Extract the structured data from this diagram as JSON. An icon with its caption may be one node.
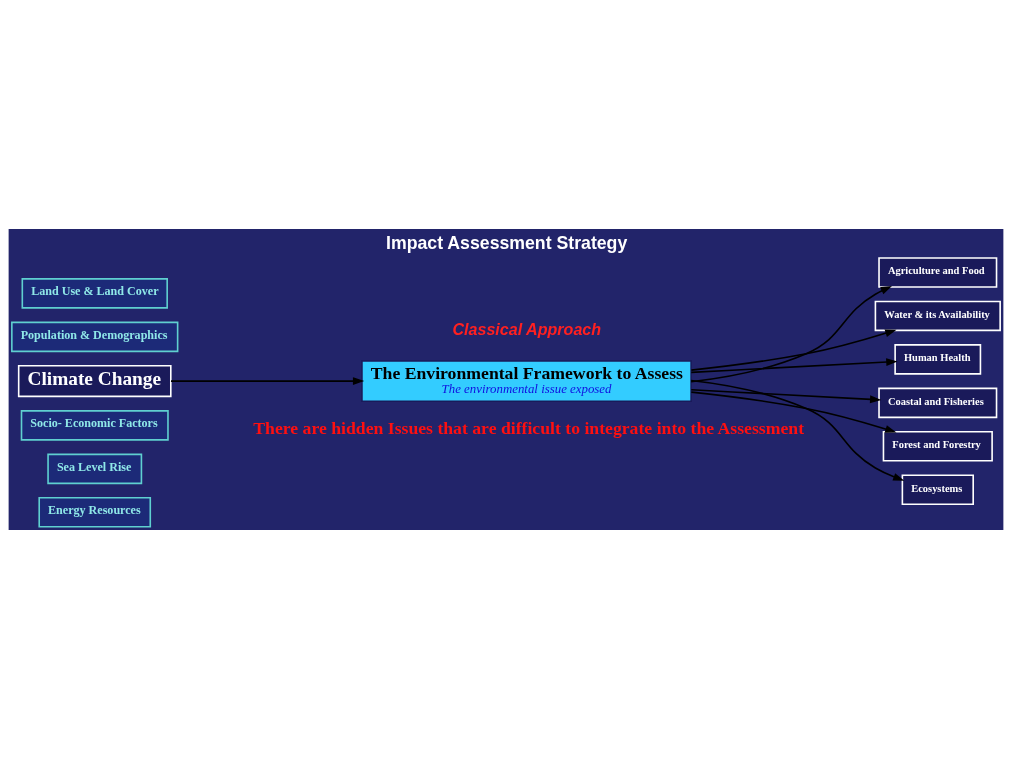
{
  "diagram": {
    "title": "Impact Assessment Strategy",
    "nodes": [
      {
        "text": [
          "Land Use & Land Cover"
        ]
      },
      {
        "text": [
          "Population & Demographics"
        ]
      },
      {
        "text": [
          "Climate Change"
        ]
      },
      {
        "text": [
          "The Environmental Framework to Assess",
          "The environmental issue exposed"
        ]
      },
      {
        "text": [
          "Socio- Economic Factors"
        ]
      },
      {
        "text": [
          "Sea Level Rise"
        ]
      },
      {
        "text": [
          "Energy Resources"
        ]
      },
      {
        "text": [
          "Agriculture and Food"
        ]
      },
      {
        "text": [
          "Water & its Availability"
        ]
      },
      {
        "text": [
          "Human Health"
        ]
      },
      {
        "text": [
          "Coastal and Fisheries"
        ]
      },
      {
        "text": [
          "Forest and Forestry"
        ]
      },
      {
        "text": [
          "Ecosystems"
        ]
      }
    ],
    "edges": [
      {
        "from": 2,
        "to": 3,
        "arrow": "to"
      },
      {
        "from": 3,
        "to": 7,
        "arrow": "to"
      },
      {
        "from": 3,
        "to": 8,
        "arrow": "to"
      },
      {
        "from": 3,
        "to": 9,
        "arrow": "to"
      },
      {
        "from": 3,
        "to": 10,
        "arrow": "to"
      },
      {
        "from": 3,
        "to": 11,
        "arrow": "to"
      },
      {
        "from": 3,
        "to": 12,
        "arrow": "to"
      }
    ],
    "labels": [
      "Classical Approach",
      "There are hidden Issues that are difficult to integrate into the Assessment"
    ]
  }
}
